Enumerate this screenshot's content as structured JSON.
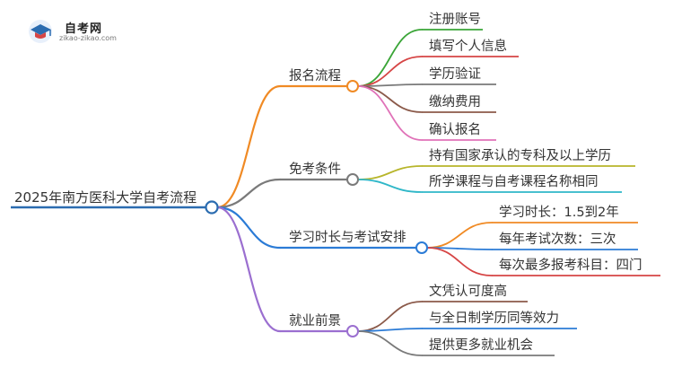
{
  "logo": {
    "title": "自考网",
    "url": "zikao-zikao.com",
    "icon": "graduation-cap-icon"
  },
  "colors": {
    "root": "#2b6cb0",
    "branch_orange": "#f08a24",
    "branch_gray": "#7a7a7a",
    "branch_blue": "#2b7bd6",
    "branch_purple": "#9b6fd0",
    "green": "#3aa537",
    "red": "#d64545",
    "brown": "#8b5a4a",
    "pink": "#e072b8",
    "olive": "#b7b52a",
    "cyan": "#2fb7c8"
  },
  "mindmap": {
    "root": "2025年南方医科大学自考流程",
    "branches": [
      {
        "label": "报名流程",
        "children": [
          "注册账号",
          "填写个人信息",
          "学历验证",
          "缴纳费用",
          "确认报名"
        ]
      },
      {
        "label": "免考条件",
        "children": [
          "持有国家承认的专科及以上学历",
          "所学课程与自考课程名称相同"
        ]
      },
      {
        "label": "学习时长与考试安排",
        "children": [
          "学习时长：1.5到2年",
          "每年考试次数：三次",
          "每次最多报考科目：四门"
        ]
      },
      {
        "label": "就业前景",
        "children": [
          "文凭认可度高",
          "与全日制学历同等效力",
          "提供更多就业机会"
        ]
      }
    ]
  }
}
